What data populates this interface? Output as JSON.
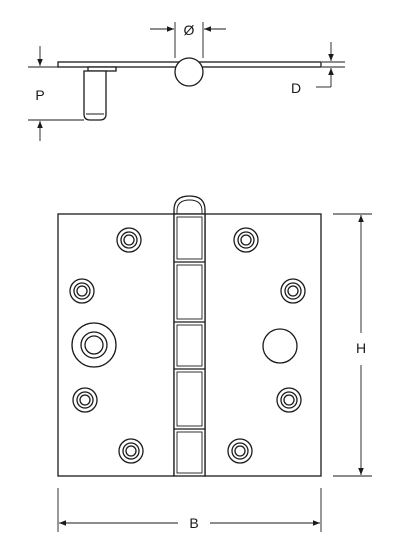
{
  "labels": {
    "diameter": "Ø",
    "depth": "D",
    "pin_projection": "P",
    "height": "H",
    "width": "B"
  }
}
